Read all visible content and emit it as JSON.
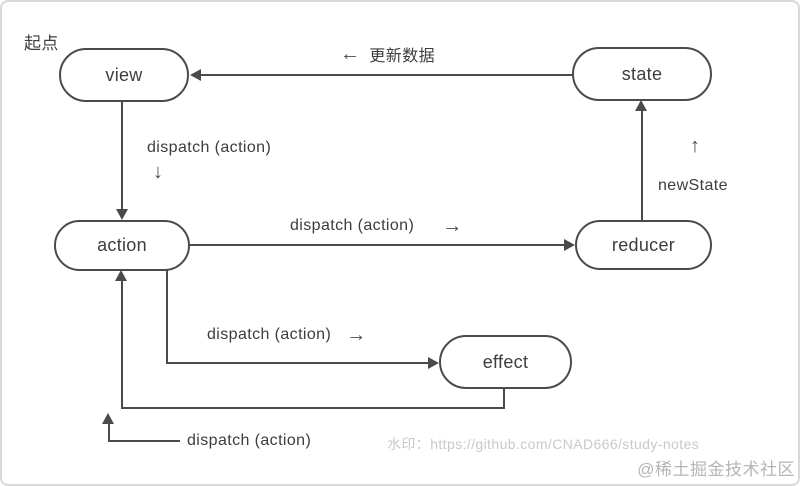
{
  "canvas": {
    "origin_label": "起点",
    "watermark": "水印：https://github.com/CNAD666/study-notes",
    "community_badge": "@稀土掘金技术社区"
  },
  "nodes": {
    "view": {
      "label": "view"
    },
    "state": {
      "label": "state"
    },
    "action": {
      "label": "action"
    },
    "reducer": {
      "label": "reducer"
    },
    "effect": {
      "label": "effect"
    }
  },
  "edge_labels": {
    "update_data": "更新数据",
    "dispatch_view_to_action": "dispatch (action)",
    "dispatch_action_to_reducer": "dispatch (action)",
    "new_state": "newState",
    "dispatch_action_to_effect": "dispatch (action)",
    "dispatch_effect_to_action": "dispatch (action)"
  },
  "icons": {
    "arrow_left": "←",
    "arrow_right": "→",
    "arrow_up": "↑",
    "arrow_down": "↓"
  },
  "colors": {
    "line": "#4a4a4a",
    "text": "#3d3d3d",
    "watermark": "#c9c9c9",
    "community": "#b5b5b5",
    "frame_border": "#d9d9d9"
  }
}
